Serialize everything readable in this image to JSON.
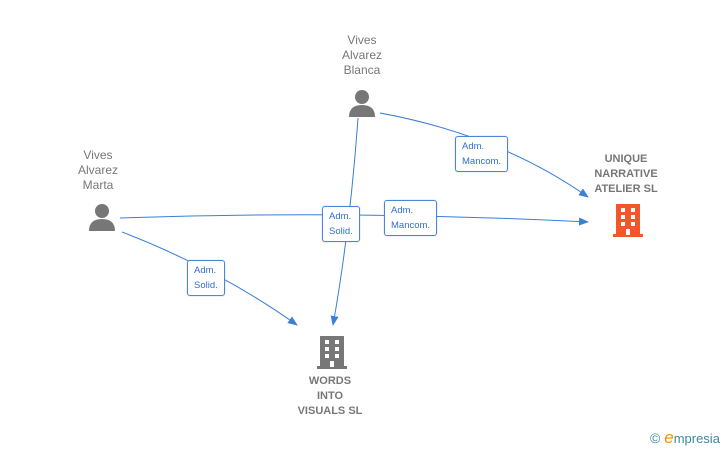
{
  "people": [
    {
      "name": [
        "Vives",
        "Alvarez",
        "Blanca"
      ]
    },
    {
      "name": [
        "Vives",
        "Alvarez",
        "Marta"
      ]
    }
  ],
  "companies": [
    {
      "name": [
        "UNIQUE",
        "NARRATIVE",
        "ATELIER  SL"
      ],
      "color": "#f4562b"
    },
    {
      "name": [
        "WORDS",
        "INTO",
        "VISUALS  SL"
      ],
      "color": "#777777"
    }
  ],
  "edges": [
    {
      "label": [
        "Adm.",
        "Mancom."
      ]
    },
    {
      "label": [
        "Adm.",
        "Mancom."
      ]
    },
    {
      "label": [
        "Adm.",
        "Solid."
      ]
    },
    {
      "label": [
        "Adm.",
        "Solid."
      ]
    }
  ],
  "colors": {
    "edge": "#3a7fd8"
  },
  "brand": {
    "copyright": "©",
    "name": "mpresia",
    "initial": "e"
  }
}
